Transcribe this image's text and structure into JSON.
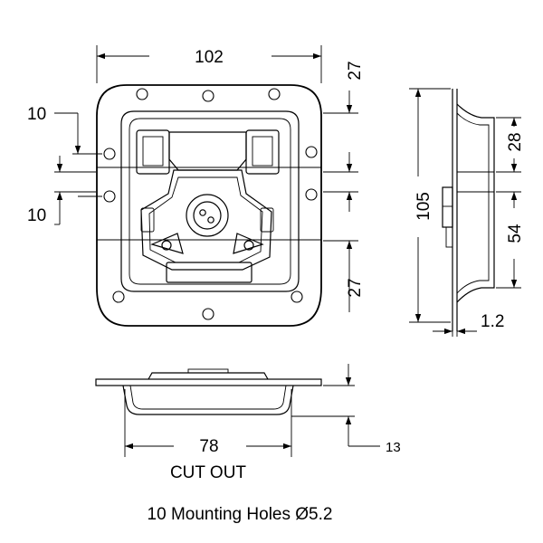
{
  "dimensions": {
    "top_width": "102",
    "top_right_upper": "27",
    "top_right_lower": "27",
    "left_upper": "10",
    "left_lower": "10",
    "side_height": "105",
    "side_upper": "28",
    "side_lower": "54",
    "side_thickness": "1.2",
    "bottom_cutout_width": "78",
    "bottom_depth": "13"
  },
  "labels": {
    "cutout": "CUT OUT",
    "mounting_holes": "10 Mounting Holes Ø5.2"
  }
}
